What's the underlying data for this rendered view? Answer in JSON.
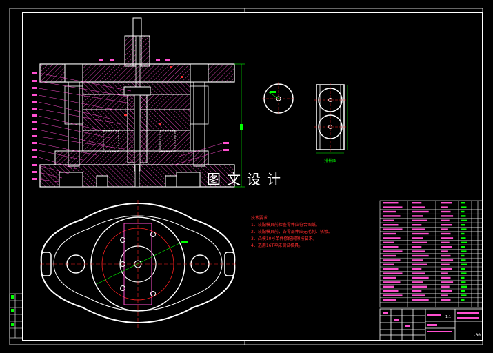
{
  "watermark": "图文设计",
  "tech_notes": {
    "title": "技术要求",
    "lines": [
      "1、装配模具前检查零件应符合图纸。",
      "2、装配模具前，各零部件应无毛刺、锈蚀。",
      "3、凸模10号单件修配间隙按要求。",
      "4、选用16T冲床调试模具。"
    ]
  },
  "section_label": "排样图",
  "title_block": {
    "scale": "1:1",
    "drawing_no": "-00"
  },
  "colors": {
    "background": "#000000",
    "outline": "#ffffff",
    "hatch": "#ff00ff",
    "centerline": "#ff2020",
    "dimension": "#00ff00",
    "text": "#ff2d2d"
  }
}
